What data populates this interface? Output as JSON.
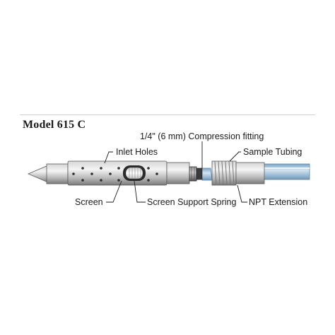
{
  "title": "Model 615 C",
  "labels": {
    "compression_fitting": "1/4\" (6 mm) Compression fitting",
    "inlet_holes": "Inlet Holes",
    "sample_tubing": "Sample Tubing",
    "screen": "Screen",
    "screen_support_spring": "Screen Support Spring",
    "npt_extension": "NPT Extension"
  },
  "colors": {
    "steel_light": "#e8e8e8",
    "steel_mid": "#b5b5b5",
    "steel_dark": "#6e6e6e",
    "tubing_blue": "#8fb4d2",
    "tubing_light": "#c9deee",
    "holes": "#2e2e2e"
  }
}
